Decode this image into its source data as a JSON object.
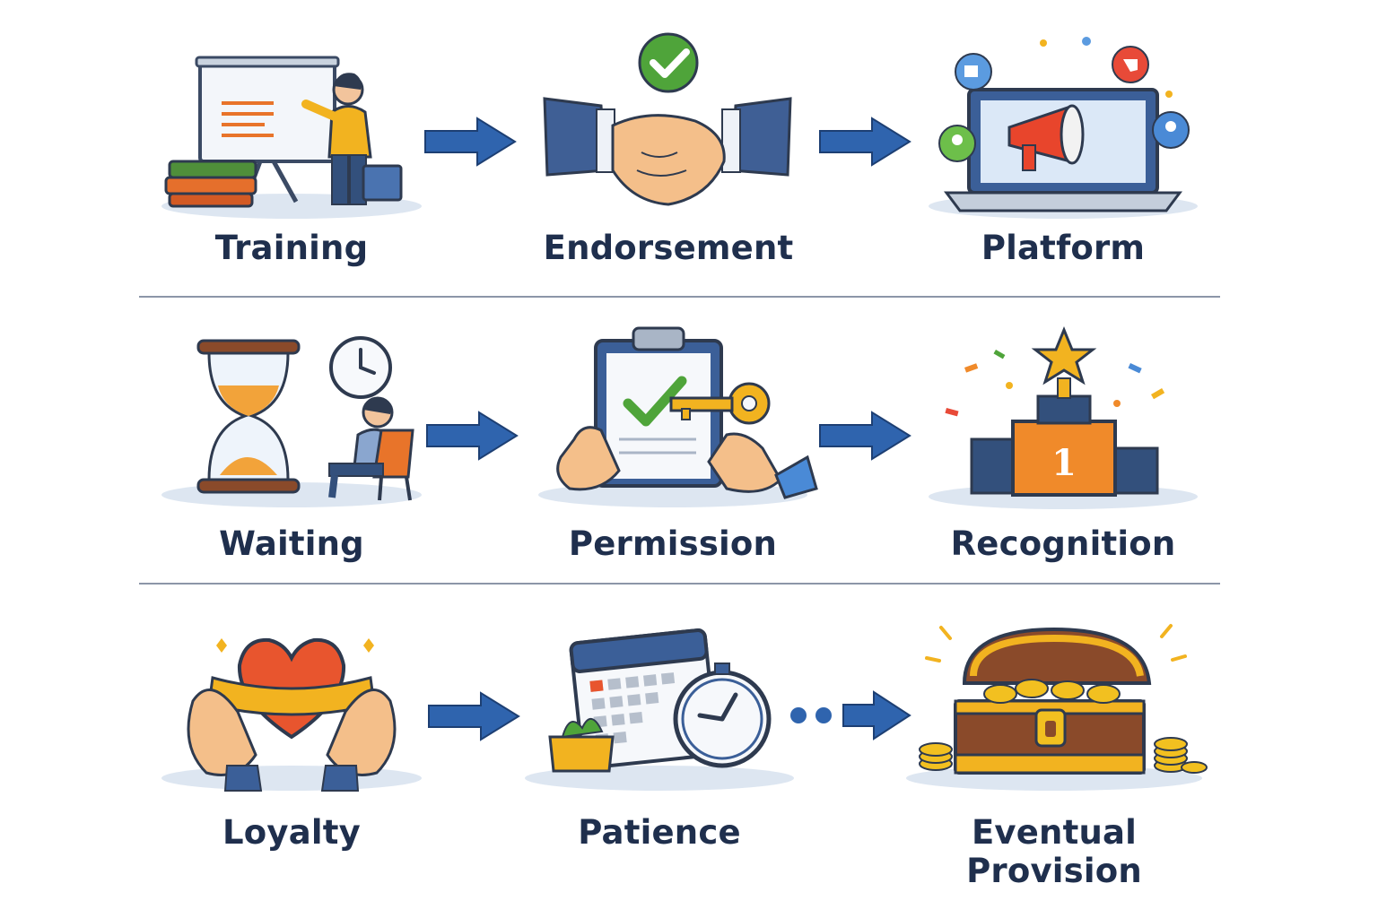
{
  "steps": [
    {
      "label": "Training",
      "icon": "presentation-board-icon"
    },
    {
      "label": "Endorsement",
      "icon": "handshake-check-icon"
    },
    {
      "label": "Platform",
      "icon": "laptop-megaphone-icon"
    },
    {
      "label": "Waiting",
      "icon": "hourglass-clock-icon"
    },
    {
      "label": "Permission",
      "icon": "clipboard-key-icon"
    },
    {
      "label": "Recognition",
      "icon": "trophy-podium-icon"
    },
    {
      "label": "Loyalty",
      "icon": "heart-hands-icon"
    },
    {
      "label": "Patience",
      "icon": "calendar-stopwatch-icon"
    },
    {
      "label": "Eventual Provision",
      "icon": "treasure-chest-icon"
    }
  ],
  "colors": {
    "label": "#1f2f4d",
    "arrow": "#2f64ae",
    "divider": "#8c96a8",
    "orange": "#f08a2a",
    "gold": "#f2b320",
    "green": "#4fa43a"
  }
}
